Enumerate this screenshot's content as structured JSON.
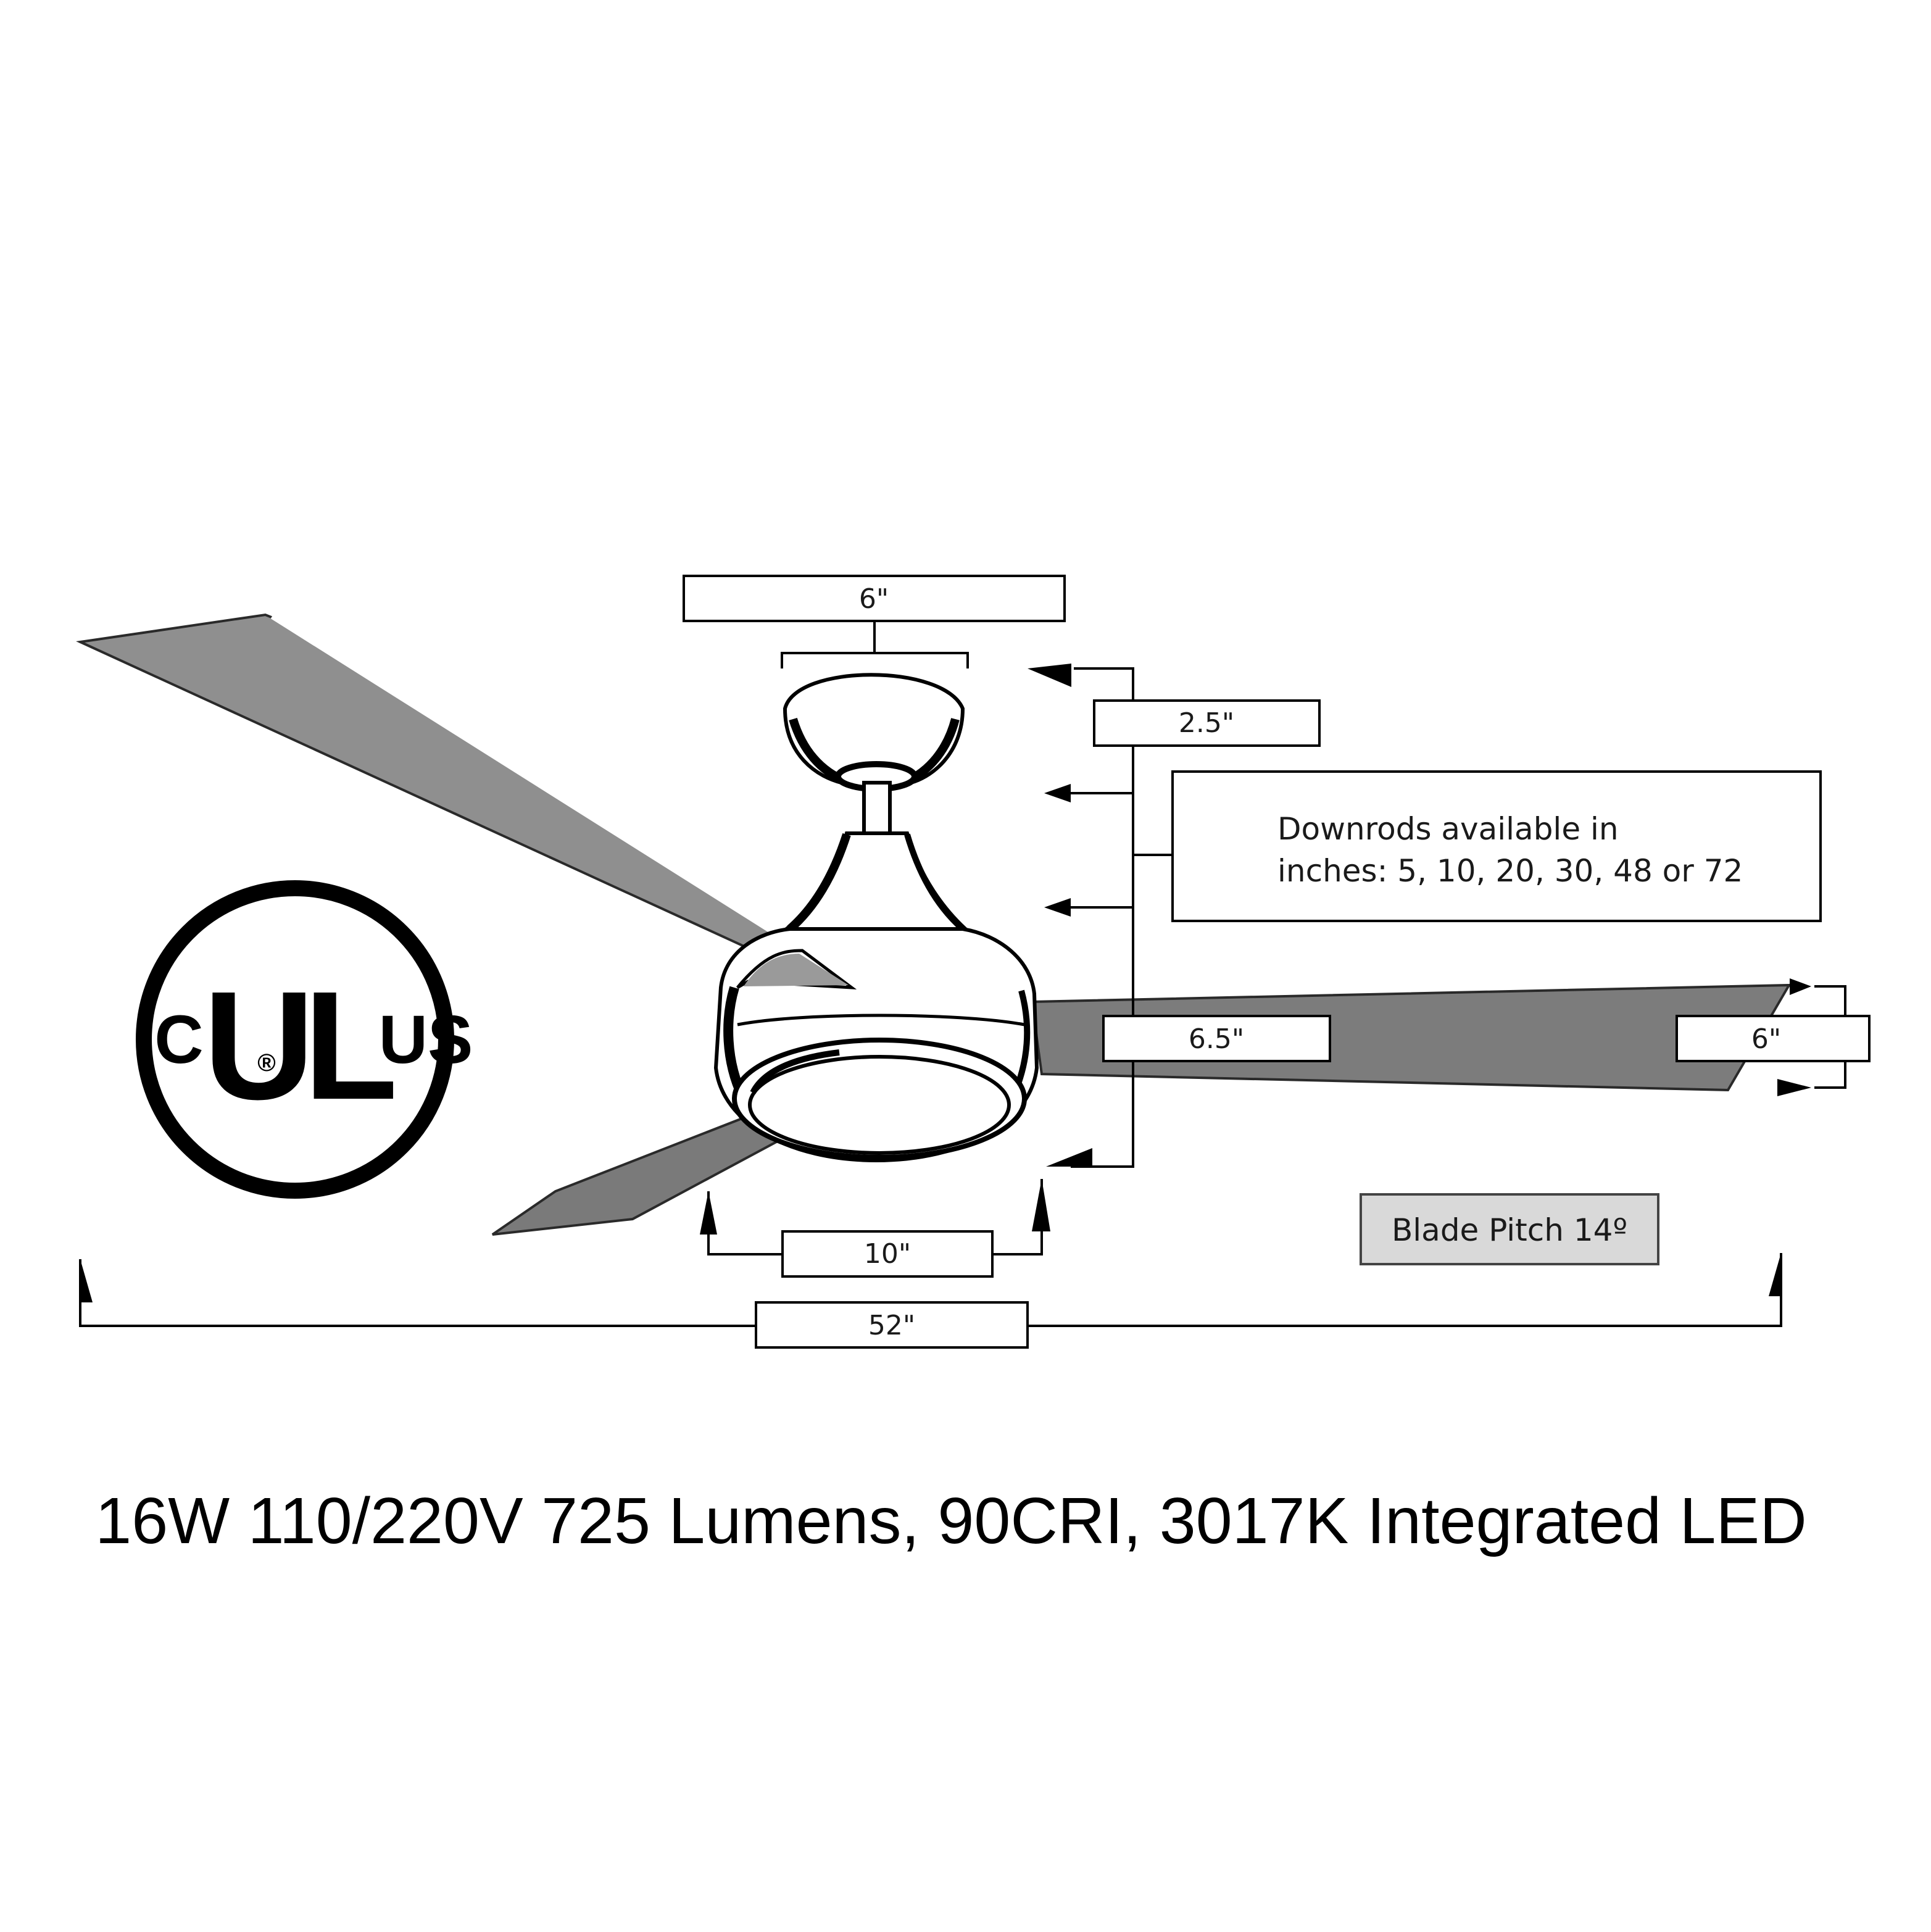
{
  "dimensions": {
    "canopy_width": "6\"",
    "canopy_height": "2.5\"",
    "body_height": "6.5\"",
    "blade_width": "6\"",
    "light_diameter": "10\"",
    "fan_span": "52\""
  },
  "downrods_note": {
    "line1": "Downrods available in",
    "line2": "inches: 5, 10, 20, 30, 48 or 72"
  },
  "blade_pitch": "Blade Pitch 14º",
  "spec_line": "16W 110/220V 725 Lumens, 90CRI, 3017K Integrated LED",
  "certification": {
    "mark": "UL",
    "left": "C",
    "right": "US",
    "registered": "®"
  },
  "colors": {
    "blade": "#8f8f8f",
    "blade_dark": "#7a7a7a",
    "pitch_box": "#d9d9d9",
    "line": "#000000"
  }
}
